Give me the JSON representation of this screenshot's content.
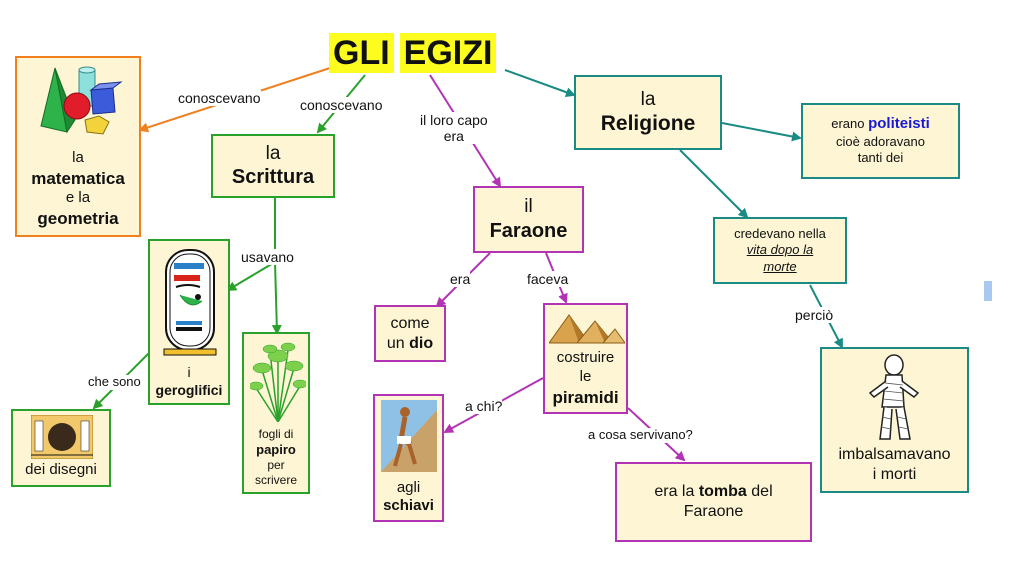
{
  "title": {
    "word1": "GLI",
    "word2": "EGIZI"
  },
  "nodes": {
    "matematica": {
      "l1": "la",
      "l2": "matematica",
      "l3": "e la",
      "l4": "geometria"
    },
    "scrittura": {
      "l1": "la",
      "l2": "Scrittura"
    },
    "geroglifici": {
      "l1": "i",
      "l2": "geroglifici"
    },
    "papiro": {
      "l1": "fogli di",
      "l2": "papiro",
      "l3": "per",
      "l4": "scrivere"
    },
    "disegni": {
      "l1": "dei disegni"
    },
    "faraone": {
      "l1": "il",
      "l2": "Faraone"
    },
    "dio": {
      "l1": "come",
      "l2a": "un ",
      "l2b": "dio"
    },
    "piramidi": {
      "l1": "costruire",
      "l2": "le",
      "l3": "piramidi"
    },
    "schiavi": {
      "l1": "agli",
      "l2": "schiavi"
    },
    "tomba": {
      "l1a": "era la ",
      "l1b": "tomba",
      "l1c": " del",
      "l2": "Faraone"
    },
    "religione": {
      "l1": "la",
      "l2": "Religione"
    },
    "politeisti": {
      "l1a": "erano ",
      "l1b": "politeisti",
      "l2": "cioè adoravano",
      "l3": "tanti dei"
    },
    "vita": {
      "l1": "credevano nella",
      "l2": "vita dopo la",
      "l3": "morte"
    },
    "imbalsamavano": {
      "l1": "imbalsamavano",
      "l2": "i morti"
    }
  },
  "links": {
    "conoscevano1": "conoscevano",
    "conoscevano2": "conoscevano",
    "loro_capo_1": "il loro capo",
    "loro_capo_2": "era",
    "usavano": "usavano",
    "che_sono": "che sono",
    "era": "era",
    "faceva": "faceva",
    "a_chi": "a chi?",
    "a_cosa": "a cosa servivano?",
    "percio": "perciò"
  },
  "colors": {
    "orange": "#f07f1e",
    "green": "#2aa12a",
    "purple": "#b234b5",
    "teal": "#1a8a84",
    "box_fill": "#fdf5d3",
    "title_bg": "#fcfc1f",
    "politeisti": "#1a1ad6"
  }
}
